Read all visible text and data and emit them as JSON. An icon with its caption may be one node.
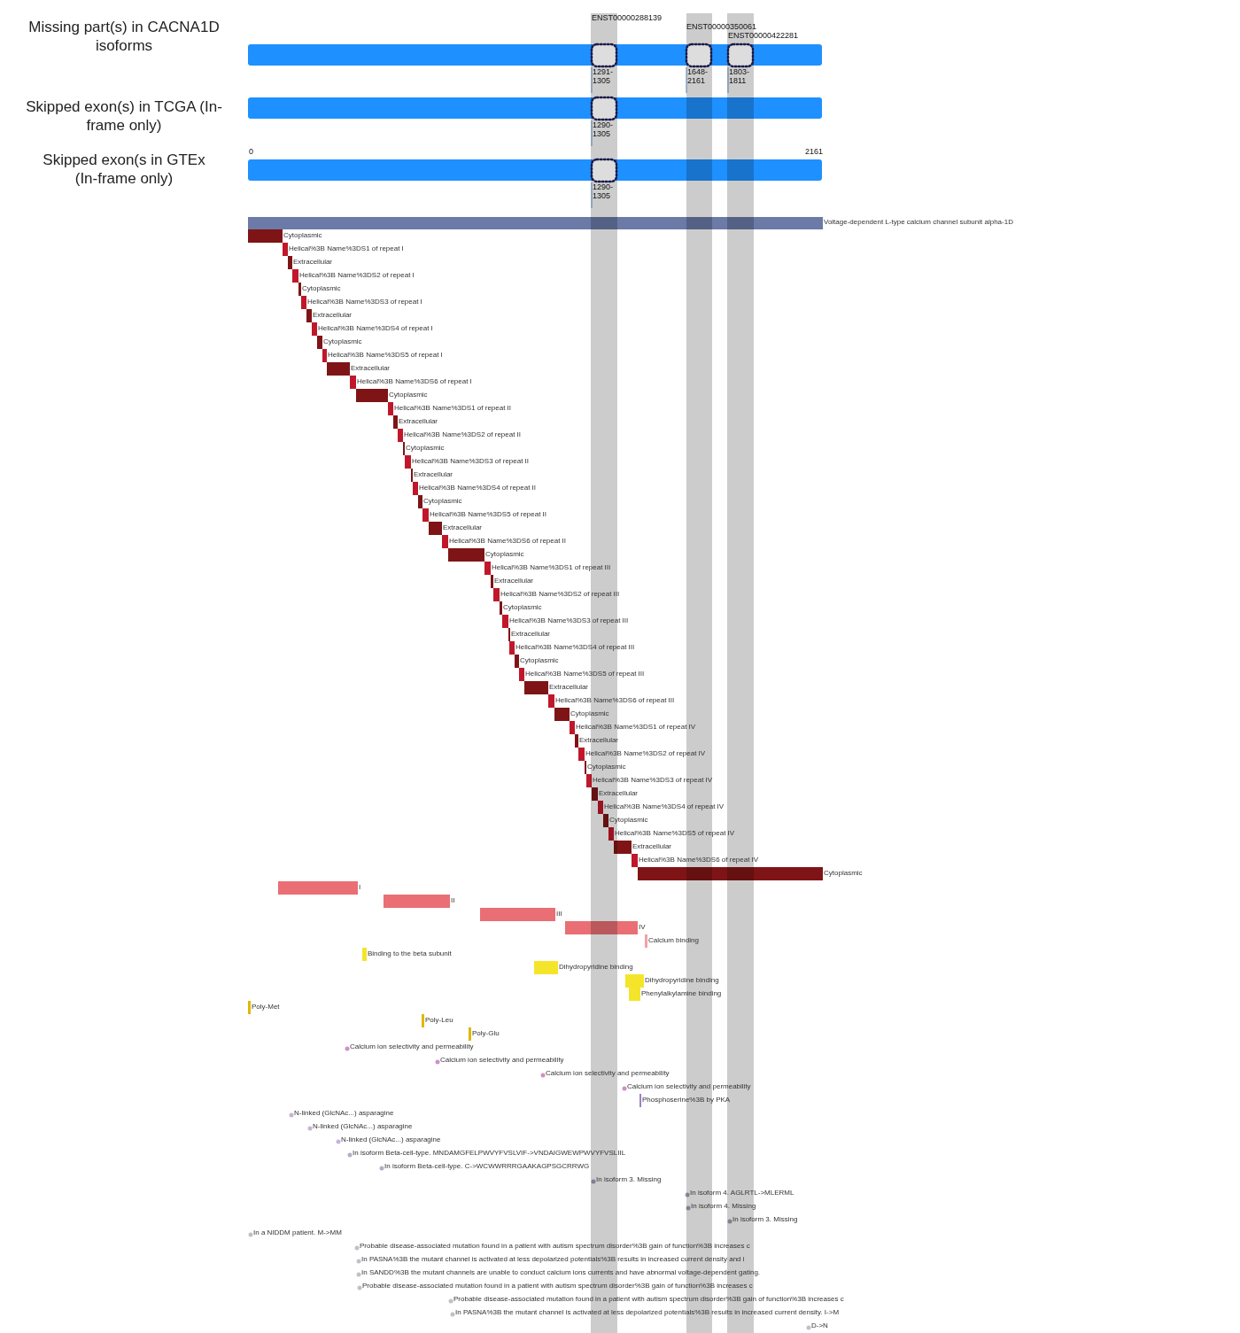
{
  "diagram": {
    "labels": [
      "Missing part(s) in CACNA1D isoforms",
      "ENST00000288139",
      "ENST00000350061",
      "ENST00000422281",
      "1291-1305",
      "1648-2161",
      "1803-1811",
      "Skipped exon(s) in TCGA (In-frame only)",
      "1290-1305",
      "0",
      "2161",
      "Skipped exon(s in GTEx (In-frame only)",
      "1290-1305",
      "Voltage-dependent L-type calcium channel subunit alpha-1D",
      "Cytoplasmic",
      "Helical%3B Name%3DS1 of repeat I",
      "Extracellular",
      "Helical%3B Name%3DS2 of repeat I",
      "Cytoplasmic",
      "Helical%3B Name%3DS3 of repeat I",
      "Extracellular",
      "Helical%3B Name%3DS4 of repeat I",
      "Cytoplasmic",
      "Helical%3B Name%3DS5 of repeat I",
      "Extracellular",
      "Helical%3B Name%3DS6 of repeat I",
      "Cytoplasmic",
      "Helical%3B Name%3DS1 of repeat II",
      "Extracellular",
      "Helical%3B Name%3DS2 of repeat II",
      "Cytoplasmic",
      "Helical%3B Name%3DS3 of repeat II",
      "Extracellular",
      "Helical%3B Name%3DS4 of repeat II",
      "Cytoplasmic",
      "Helical%3B Name%3DS5 of repeat II",
      "Extracellular",
      "Helical%3B Name%3DS6 of repeat II",
      "Cytoplasmic",
      "Helical%3B Name%3DS1 of repeat III",
      "Extracellular",
      "Helical%3B Name%3DS2 of repeat III",
      "Cytoplasmic",
      "Helical%3B Name%3DS3 of repeat III",
      "Extracellular",
      "Helical%3B Name%3DS4 of repeat III",
      "Cytoplasmic",
      "Helical%3B Name%3DS5 of repeat III",
      "Extracellular",
      "Helical%3B Name%3DS6 of repeat III",
      "Cytoplasmic",
      "Helical%3B Name%3DS1 of repeat IV",
      "Extracellular",
      "Helical%3B Name%3DS2 of repeat IV",
      "Cytoplasmic",
      "Helical%3B Name%3DS3 of repeat IV",
      "Extracellular",
      "Helical%3B Name%3DS4 of repeat IV",
      "Cytoplasmic",
      "Helical%3B Name%3DS5 of repeat IV",
      "Extracellular",
      "Helical%3B Name%3DS6 of repeat IV",
      "Cytoplasmic",
      "I",
      "II",
      "III",
      "IV",
      "Calcium binding",
      "Binding to the beta subunit",
      "Dihydropyridine binding",
      "Dihydropyridine binding",
      "Phenylalkylamine binding",
      "Poly-Met",
      "Poly-Leu",
      "Poly-Glu",
      "Calcium ion selectivity and permeability",
      "Calcium ion selectivity and permeability",
      "Calcium ion selectivity and permeability",
      "Calcium ion selectivity and permeability",
      "Phosphoserine%3B by PKA",
      "N-linked (GlcNAc...) asparagine",
      "N-linked (GlcNAc...) asparagine",
      "N-linked (GlcNAc...) asparagine",
      "In isoform Beta-cell-type. MNDAMGFELPWVYFVSLVIF->VNDAIGWEWPWVYFVSLIIL",
      "In isoform Beta-cell-type. C->WCWWRRRGAAKAGPSGCRRWG",
      "In isoform 3. Missing",
      "In isoform 4. AGLRTL->MLERML",
      "In isoform 4. Missing",
      "In isoform 3. Missing",
      "In a NIDDM patient. M->MM",
      "Probable disease-associated mutation found in a patient with autism spectrum disorder%3B gain of function%3B increases c",
      "In PASNA%3B the mutant channel is activated at less depolarized potentials%3B results in increased current density and i",
      "In SANDD%3B the mutant channels are unable to conduct calcium ions currents and have abnormal voltage-dependent gating.",
      "Probable disease-associated mutation found in a patient with autism spectrum disorder%3B gain of function%3B increases c",
      "Probable disease-associated mutation found in a patient with autism spectrum disorder%3B gain of function%3B increases c",
      "In PASNA%3B the mutant channel is activated at less depolarized potentials%3B results in increased current density. I->M",
      "D->N"
    ]
  }
}
